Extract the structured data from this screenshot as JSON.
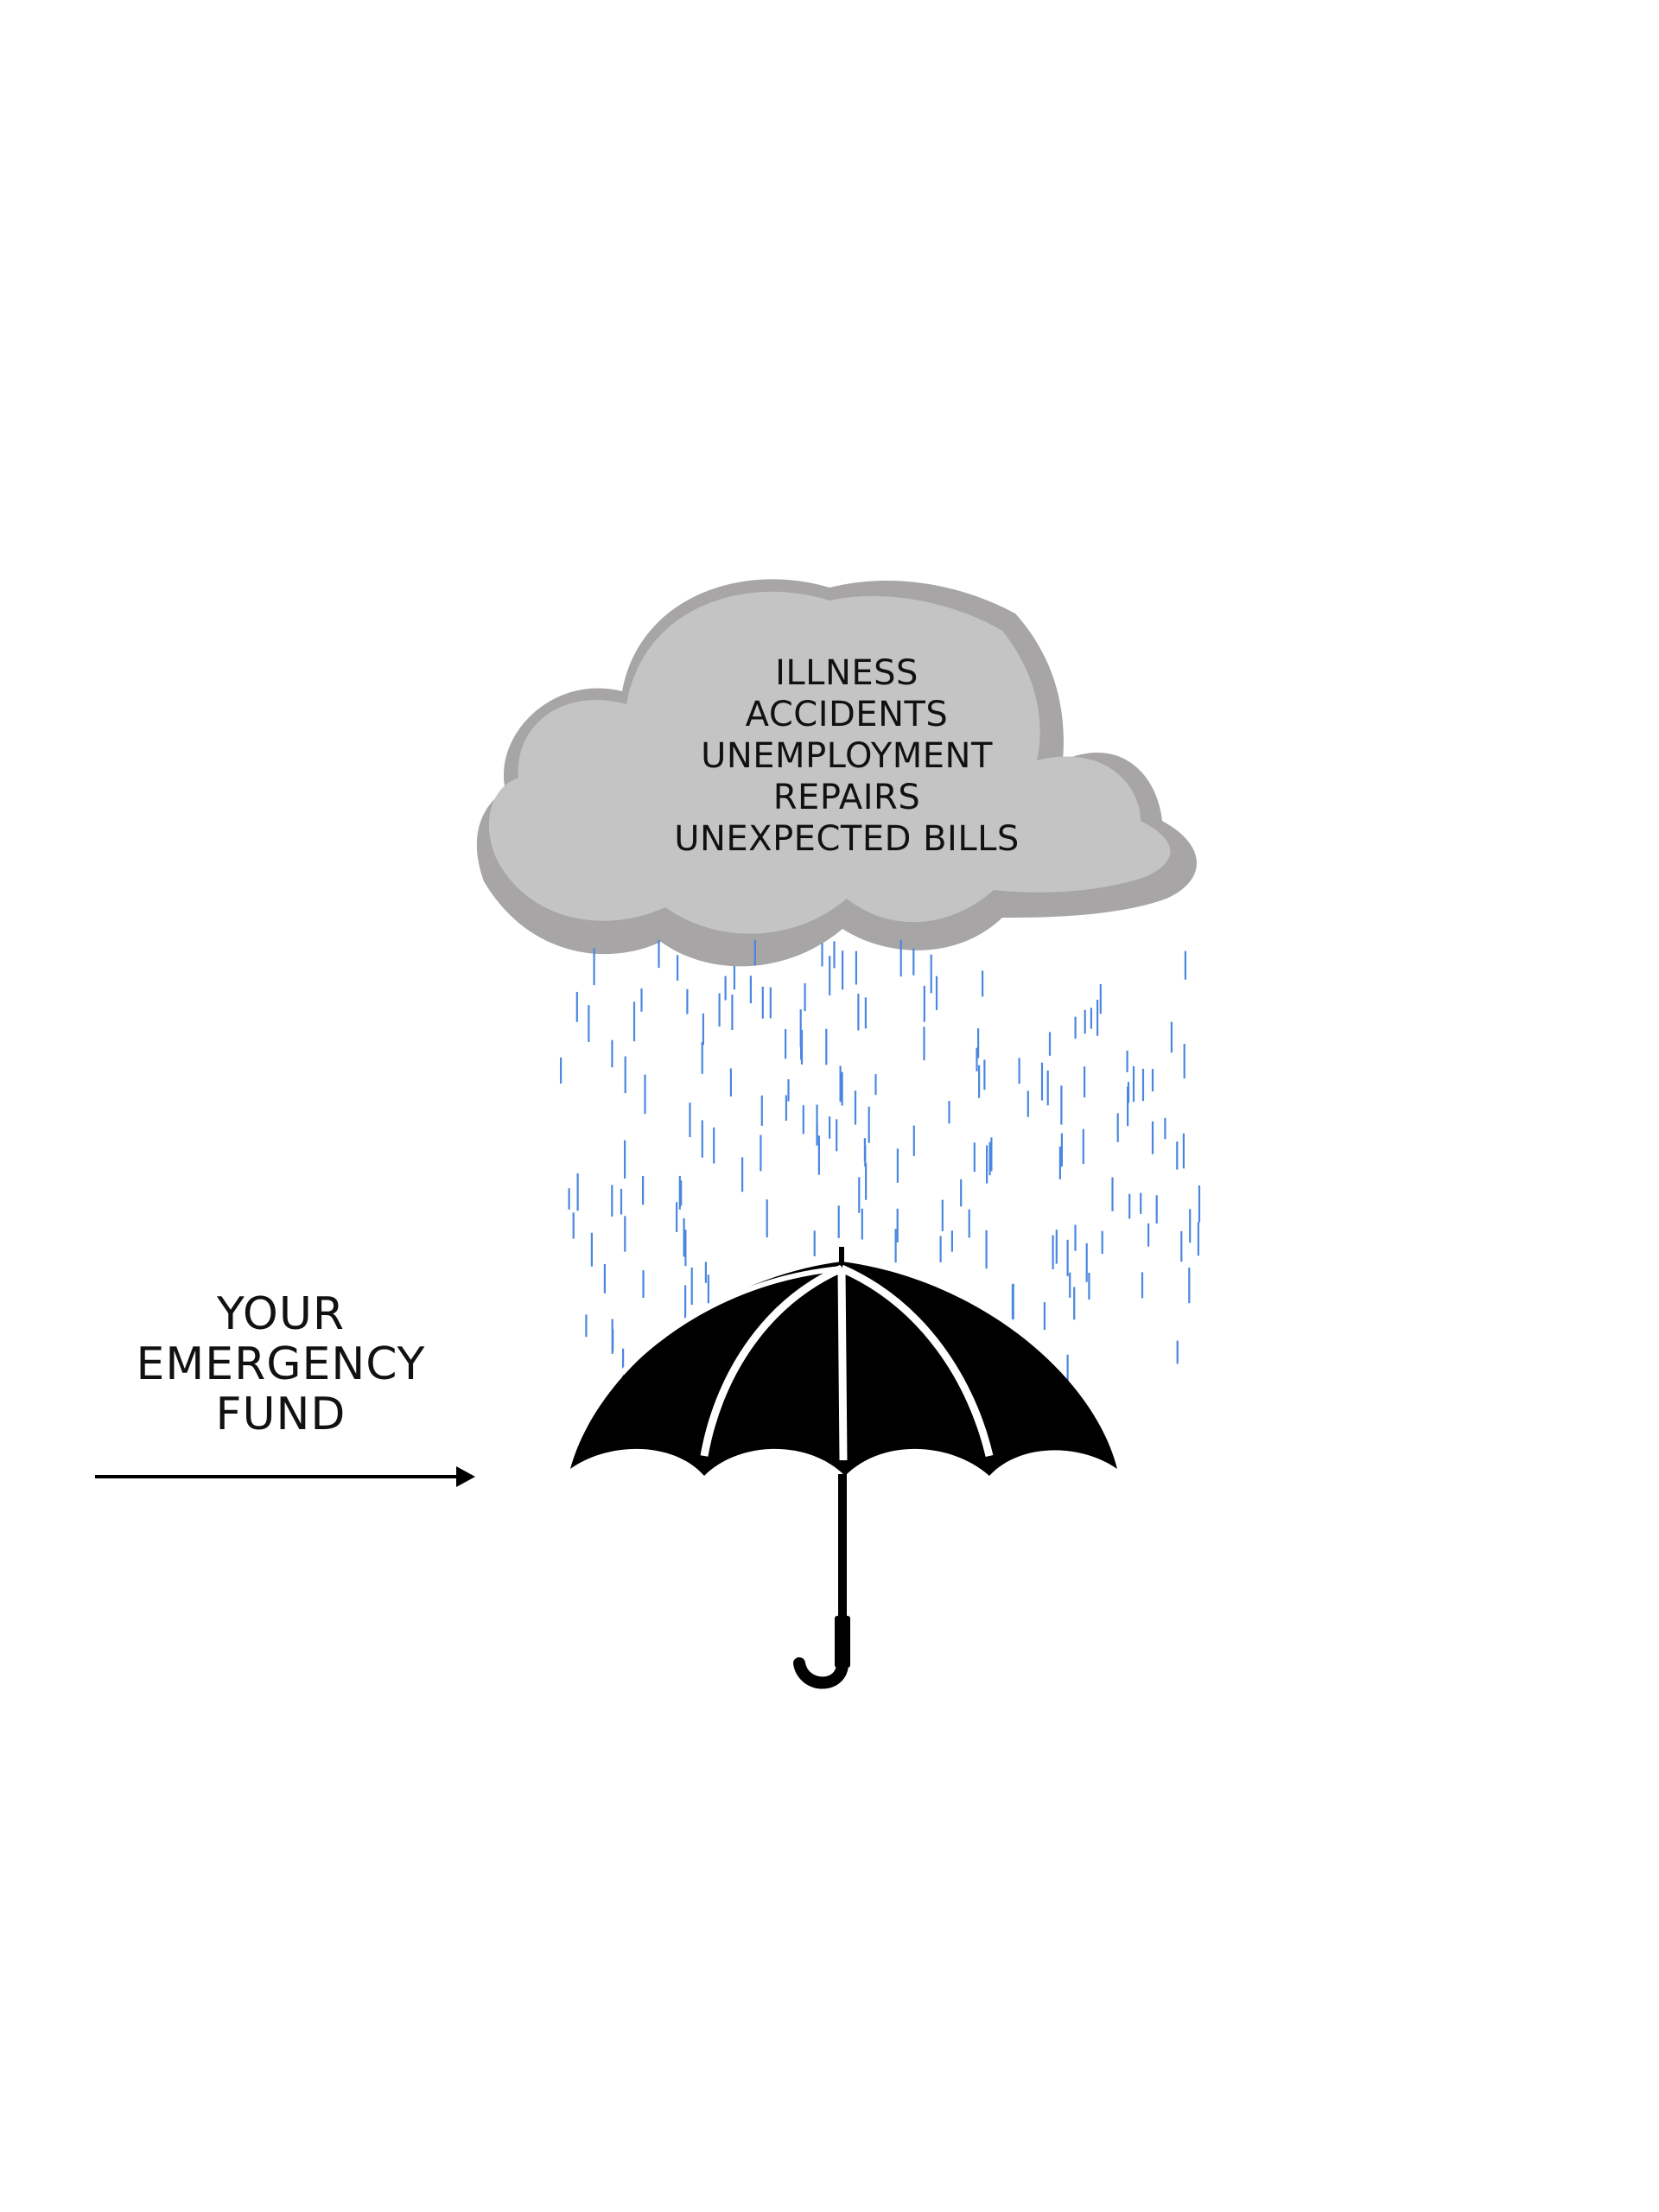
{
  "cloud": {
    "risks": [
      "ILLNESS",
      "ACCIDENTS",
      "UNEMPLOYMENT",
      "REPAIRS",
      "UNEXPECTED BILLS"
    ],
    "fill_color": "#c4c4c4",
    "shadow_color": "#a7a5a6"
  },
  "label": {
    "lines": [
      "YOUR",
      "EMERGENCY",
      "FUND"
    ]
  },
  "rain": {
    "color": "#4a87e0"
  },
  "umbrella": {
    "color": "#000000"
  },
  "arrow": {
    "color": "#000000"
  }
}
